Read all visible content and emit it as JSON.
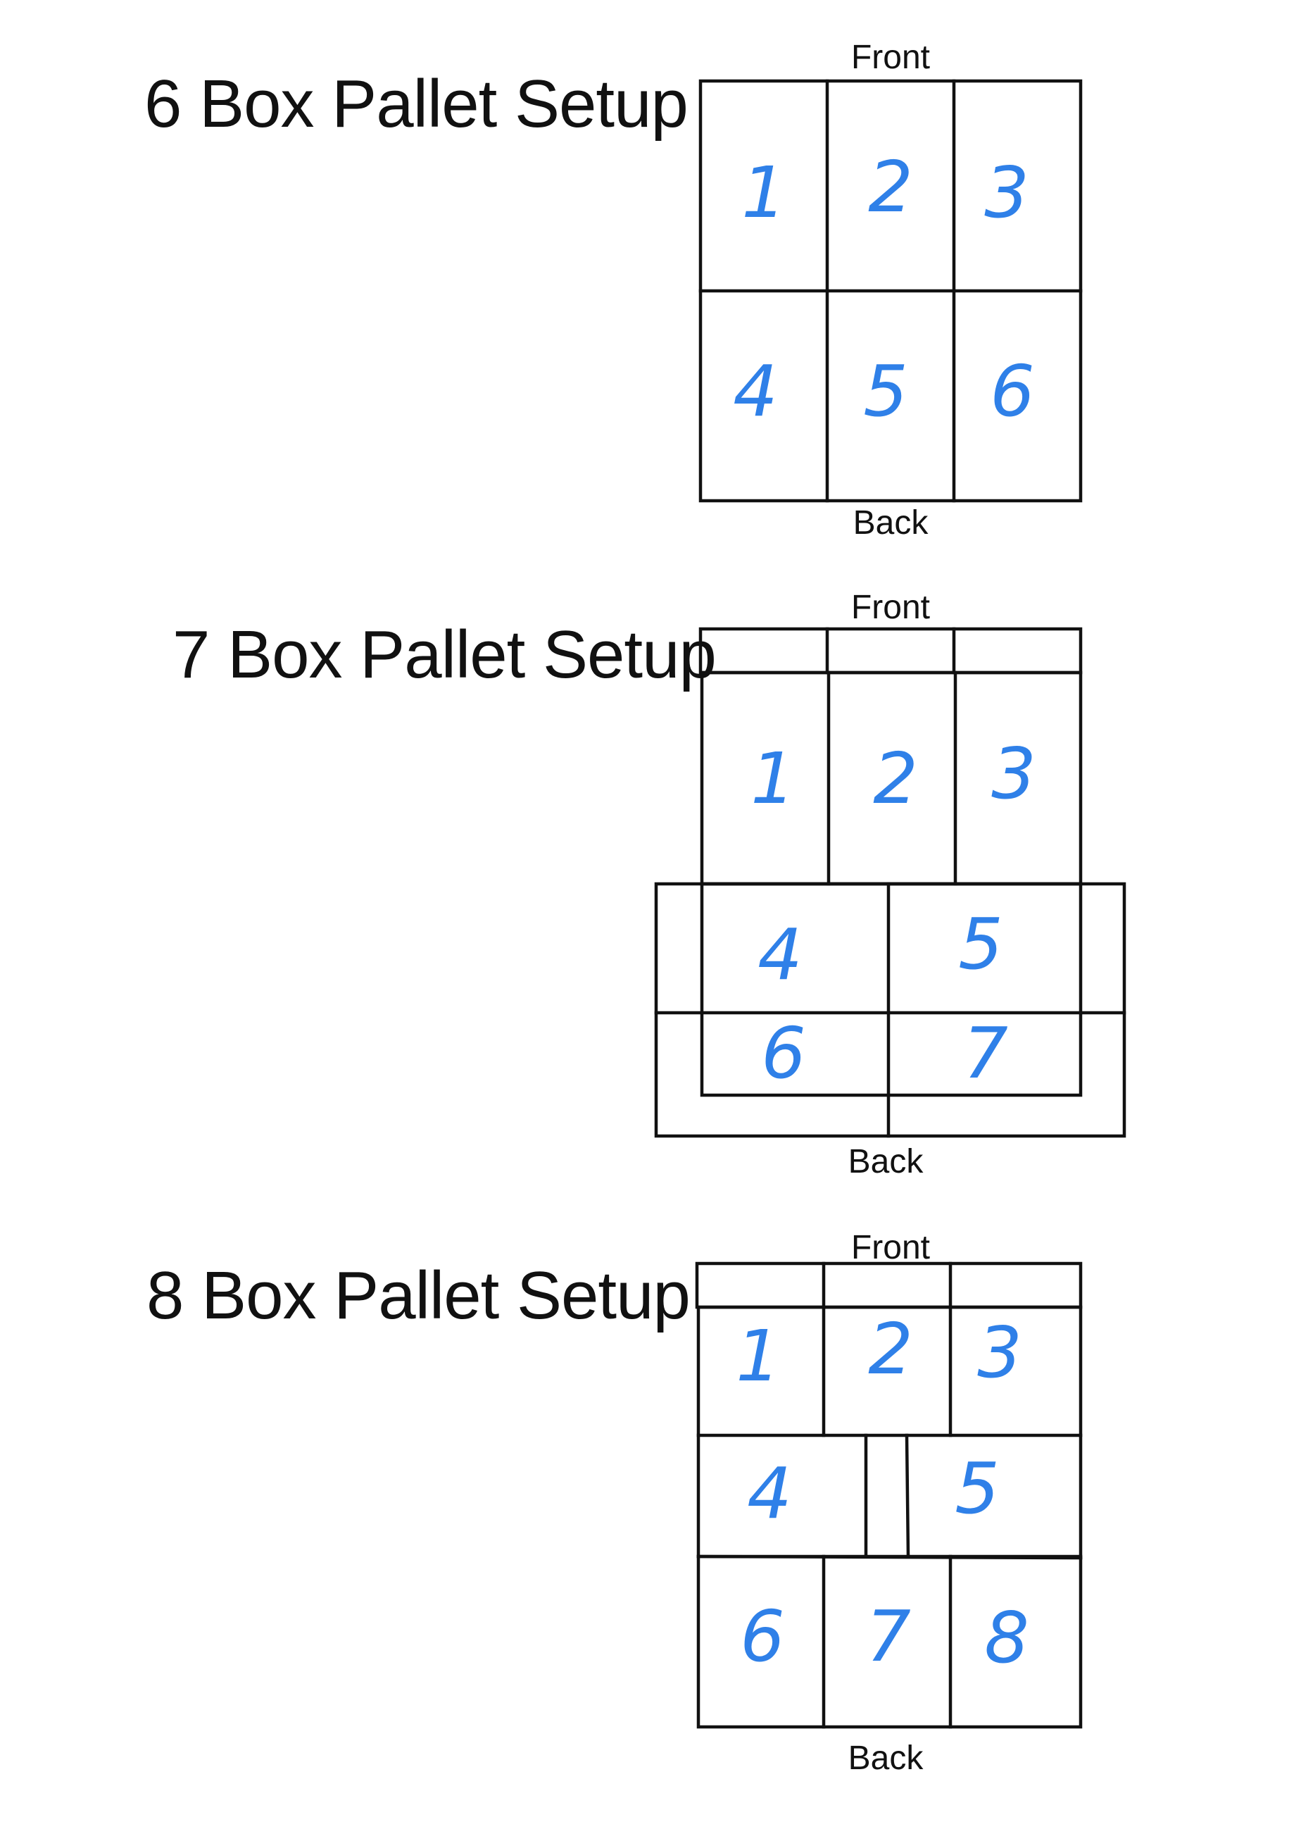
{
  "setups": [
    {
      "title": "6 Box Pallet Setup",
      "front_label": "Front",
      "back_label": "Back",
      "boxes": [
        "1",
        "2",
        "3",
        "4",
        "5",
        "6"
      ]
    },
    {
      "title": "7 Box Pallet Setup",
      "front_label": "Front",
      "back_label": "Back",
      "boxes": [
        "1",
        "2",
        "3",
        "4",
        "5",
        "6",
        "7"
      ]
    },
    {
      "title": "8 Box Pallet Setup",
      "front_label": "Front",
      "back_label": "Back",
      "boxes": [
        "1",
        "2",
        "3",
        "4",
        "5",
        "6",
        "7",
        "8"
      ]
    }
  ],
  "colors": {
    "lines": "#111111",
    "box_numbers": "#2f80e8",
    "background": "#ffffff"
  }
}
